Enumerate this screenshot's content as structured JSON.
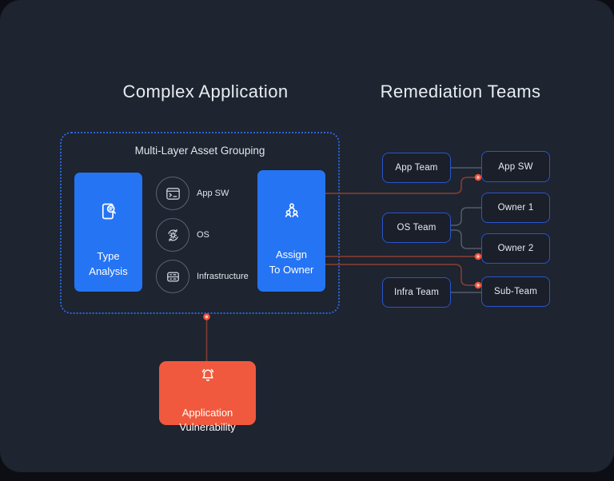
{
  "headers": {
    "complex": "Complex Application",
    "remediation": "Remediation Teams"
  },
  "asset_grouping": {
    "title": "Multi-Layer Asset Grouping",
    "type_analysis": "Type\nAnalysis",
    "assign_to_owner": "Assign\nTo Owner",
    "layers": [
      {
        "icon": "terminal-icon",
        "label": "App SW"
      },
      {
        "icon": "os-sync-icon",
        "label": "OS"
      },
      {
        "icon": "server-rack-icon",
        "label": "Infrastructure"
      }
    ]
  },
  "vulnerability": {
    "icon": "alert-bell-icon",
    "label": "Application\nVulnerability"
  },
  "remediation": {
    "teams": [
      "App Team",
      "OS Team",
      "Infra Team"
    ],
    "targets": [
      "App SW",
      "Owner 1",
      "Owner 2",
      "Sub-Team"
    ]
  },
  "colors": {
    "outer_background": "#0c0e13",
    "panel_background": "#1e2430",
    "accent_blue": "#2574f4",
    "accent_orange": "#f0593d",
    "team_box_border": "#2b55cc",
    "dotted_border": "#2d63da",
    "connector_gray": "#545d6a",
    "connector_red": "#7d3b33",
    "endpoint_dot": "#ee5440",
    "text_primary": "#e9ecf1"
  }
}
